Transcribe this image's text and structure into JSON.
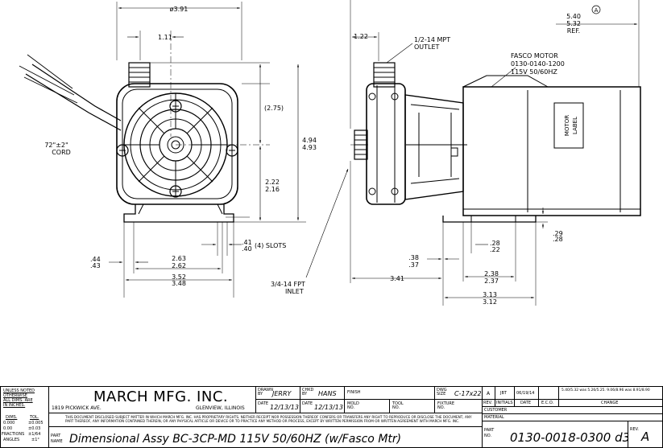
{
  "drawing": {
    "front_view": {
      "overall_width": "ø3.91",
      "port_offset": "1.11",
      "height_ref": "(2.75)",
      "overall_height": [
        "4.94",
        "4.93"
      ],
      "center_height": [
        "2.22",
        "2.16"
      ],
      "cord_label": [
        "72\"±2\"",
        "CORD"
      ],
      "slot_width": [
        ".41",
        ".40"
      ],
      "slots_label": "(4) SLOTS",
      "foot_thickness": [
        ".44",
        ".43"
      ],
      "slot_spacing": [
        "2.63",
        "2.62"
      ],
      "base_width": [
        "3.52",
        "3.48"
      ]
    },
    "side_view": {
      "outlet_offset": "1.22",
      "outlet_label": [
        "1/2-14 MPT",
        "OUTLET"
      ],
      "motor_label": [
        "FASCO MOTOR",
        "0130-0140-1200",
        "115V 50/60HZ"
      ],
      "motor_tag": [
        "MOTOR",
        "LABEL"
      ],
      "overall_length": [
        "5.40",
        "5.32",
        "REF."
      ],
      "rev_symbol": "A",
      "inlet_label": [
        "3/4-14 FPT",
        "INLET"
      ],
      "inlet_offset": "3.41",
      "slot_a": [
        ".38",
        ".37"
      ],
      "slot_b": [
        ".28",
        ".22"
      ],
      "foot_height": [
        ".29",
        ".28"
      ],
      "base_inner": [
        "2.38",
        "2.37"
      ],
      "base_outer": [
        "3.13",
        "3.12"
      ]
    }
  },
  "title_block": {
    "notes_heading": [
      "UNLESS NOTED",
      "OTHERWISE",
      "ALL DIMS. ARE",
      "IN INCHES."
    ],
    "tolerances": [
      {
        "dims": "DIMS.",
        "tol": "TOL."
      },
      {
        "dims": "0.000",
        "tol": "±0.005"
      },
      {
        "dims": "0.00",
        "tol": "±0.03"
      },
      {
        "dims": "FRACTIONS",
        "tol": "±1/64"
      },
      {
        "dims": "ANGLES",
        "tol": "±1°"
      }
    ],
    "company": "MARCH MFG. INC.",
    "address": "1819 PICKWICK AVE.",
    "city": "GLENVIEW, ILLINOIS",
    "notice": "THIS DOCUMENT DISCLOSED SUBJECT MATTER IN WHICH MARCH MFG. INC. HAS PROPRIETARY RIGHTS. NEITHER RECEIPT NOR POSSESSION THEREOF CONFERS OR TRANSFERS ANY RIGHT TO REPRODUCE OR DISCLOSE THE DOCUMENT, ANY PART THEREOF, ANY INFORMATION CONTAINED THEREIN, OR ANY PHYSICAL ARTICLE OR DEVICE OR TO PRACTICE ANY METHOD OR PROCESS, EXCEPT BY WRITTEN PERMISSION FROM OR WRITTEN AGREEMENT WITH MARCH MFG. INC.",
    "drawn_by_label": "DRAWN BY",
    "drawn_by": "JERRY",
    "chkd_by_label": "CHKD BY",
    "chkd_by": "HANS",
    "date_label": "DATE",
    "drawn_date": "12/13/13",
    "chkd_date": "12/13/13",
    "finish_label": "FINISH",
    "mold_label": "MOLD NO.",
    "tool_label": "TOOL NO.",
    "dwg_size_label": "DWG SIZE",
    "dwg_size": "C-17x22",
    "fixture_label": "FIXTURE NO.",
    "part_name_label": "PART NAME",
    "part_name": "Dimensional Assy BC-3CP-MD 115V 50/60HZ (w/Fasco Mtr)",
    "rev_table": {
      "headers": [
        "REV.",
        "INITIALS",
        "DATE",
        "E.C.O.",
        "CHANGE"
      ],
      "rows": [
        {
          "rev": "A",
          "initials": "JBT",
          "date": "06/19/14",
          "eco": "",
          "change": "5.40/5.32 was 5.26/5.25. 9.06/8.96 was 8.91/8.90"
        }
      ]
    },
    "customer_label": "CUSTOMER",
    "material_label": "MATERIAL",
    "part_no_label": "PART NO.",
    "part_no": "0130-0018-0300 d3",
    "rev_label": "REV.",
    "rev_value": "A"
  }
}
